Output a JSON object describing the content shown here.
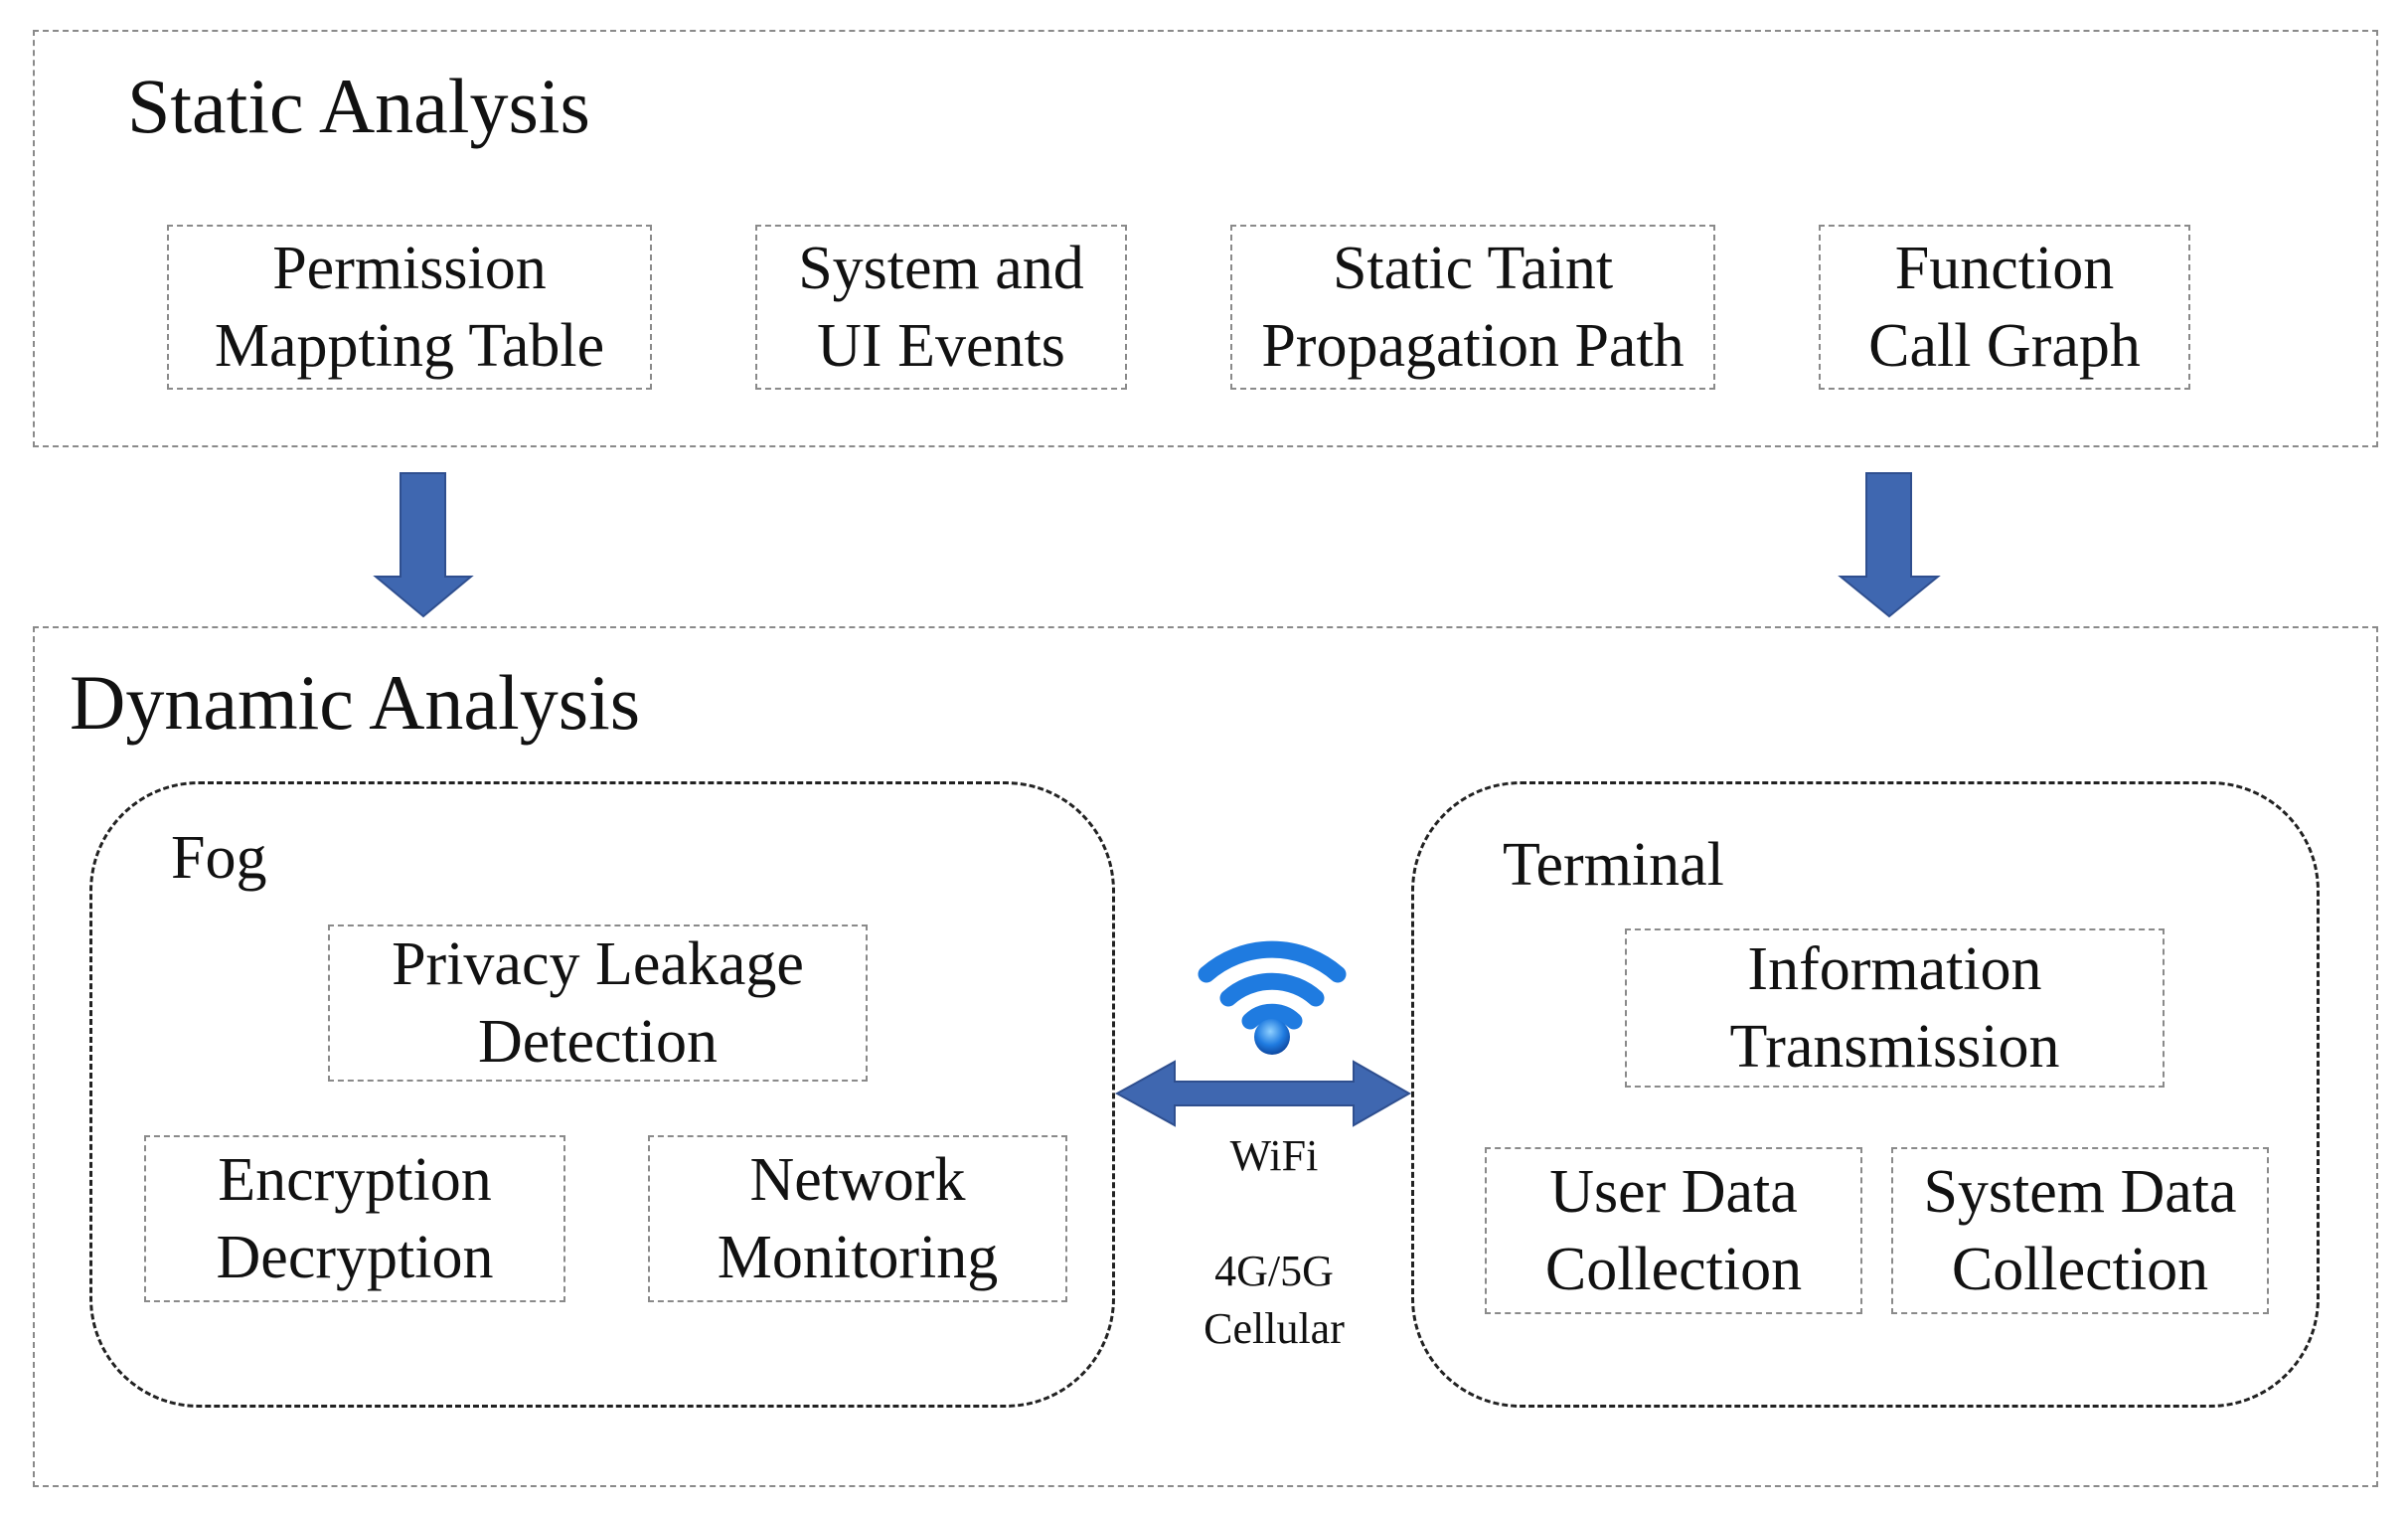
{
  "static_analysis": {
    "title": "Static Analysis",
    "items": [
      "Permission\nMappting Table",
      "System and\nUI Events",
      "Static Taint\nPropagation Path",
      "Function\nCall Graph"
    ]
  },
  "dynamic_analysis": {
    "title": "Dynamic Analysis",
    "fog": {
      "label": "Fog",
      "privacy": "Privacy Leakage\nDetection",
      "encryption": "Encryption\nDecryption",
      "network": "Network\nMonitoring"
    },
    "terminal": {
      "label": "Terminal",
      "information": "Information\nTransmission",
      "user_data": "User Data\nCollection",
      "system_data": "System Data\nCollection"
    },
    "link": {
      "wifi": "WiFi",
      "cellular": "4G/5G\nCellular"
    }
  },
  "colors": {
    "arrow": "#3f67b0",
    "wifi": "#1f7be0"
  }
}
